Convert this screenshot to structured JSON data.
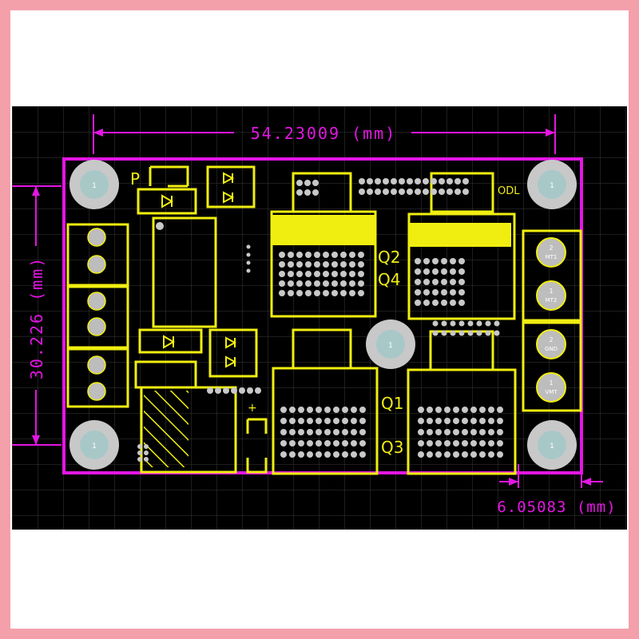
{
  "dimensions": {
    "width_label": "54.23009 (mm)",
    "height_label": "30.226 (mm)",
    "offset_label": "6.05083 (mm)"
  },
  "mount_holes": {
    "label": "1"
  },
  "designators": {
    "p": "P",
    "q2": "Q2",
    "q4": "Q4",
    "q1": "Q1",
    "q3": "Q3",
    "odl": "ODL"
  },
  "terminals": {
    "motor": [
      {
        "num": "2",
        "name": "MT1"
      },
      {
        "num": "1",
        "name": "MT2"
      }
    ],
    "power": [
      {
        "num": "2",
        "name": "GND"
      },
      {
        "num": "1",
        "name": "VMT"
      }
    ]
  },
  "colors": {
    "background": "#000000",
    "grid": "#3a3a3a",
    "outline": "#e316e3",
    "silkscreen": "#f0ee10",
    "pad": "#bdbdbd",
    "hole": "#a8c8c8",
    "frame": "#f3a0ab"
  }
}
